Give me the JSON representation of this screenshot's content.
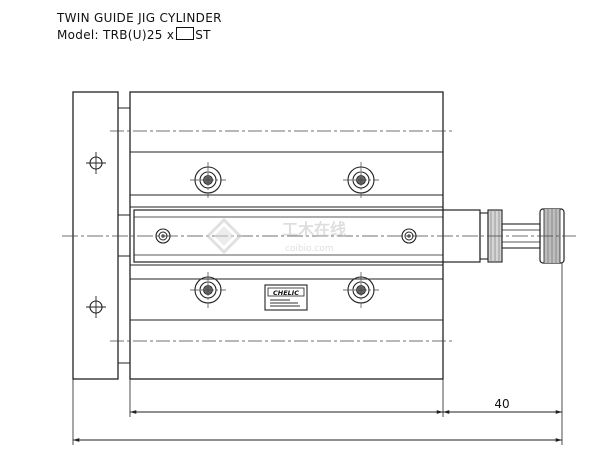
{
  "title": {
    "line1": "TWIN GUIDE JIG CYLINDER",
    "model_prefix": "Model: TRB(U)25 x",
    "model_suffix": "ST"
  },
  "drawing": {
    "nameplate_brand": "CHELIC",
    "dimension_rod_extension": "40",
    "watermark_cn": "工木在线",
    "watermark_en": "coibio.com"
  }
}
